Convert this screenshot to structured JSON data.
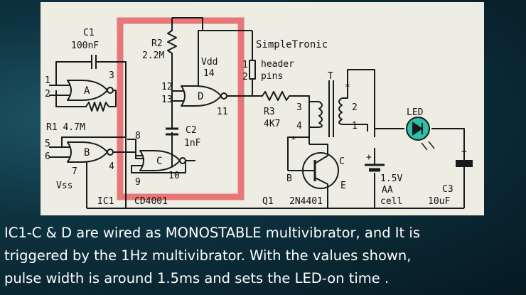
{
  "title": "SimpleTronic",
  "components": {
    "c1_name": "C1",
    "c1_value": "100nF",
    "r1_label": "R1 4.7M",
    "r2_name": "R2",
    "r2_value": "2.2M",
    "c2_name": "C2",
    "c2_value": "1nF",
    "r3_name": "R3",
    "r3_value": "4K7",
    "vdd": "Vdd",
    "vss": "Vss",
    "header": "header",
    "pins": "pins",
    "transformer": "T",
    "dot_mark": "*",
    "led": "LED",
    "cell_voltage": "1.5V",
    "cell_aa": "AA",
    "cell_word": "cell",
    "c3_name": "C3",
    "c3_value": "10uF",
    "plus": "+",
    "ic1": "IC1",
    "ic_part": "CD4001",
    "q1": "Q1",
    "q_part": "2N4401",
    "gate_a": "A",
    "gate_b": "B",
    "gate_c": "C",
    "gate_d": "D",
    "tr_b": "B",
    "tr_c": "C",
    "tr_e": "E"
  },
  "pins": {
    "p1": "1",
    "p2": "2",
    "p3": "3",
    "p4": "4",
    "p5": "5",
    "p6": "6",
    "p7": "7",
    "p8": "8",
    "p9": "9",
    "p10": "10",
    "p11": "11",
    "p12": "12",
    "p13": "13",
    "p14": "14",
    "hdr1": "1",
    "hdr2": "2",
    "t1": "1",
    "t2": "2",
    "t3": "3",
    "t4": "4"
  },
  "caption": [
    "IC1-C & D are wired as MONOSTABLE multivibrator, and It is",
    "triggered by the 1Hz multivibrator. With the values shown,",
    "pulse width is around 1.5ms and sets the LED-on time ."
  ],
  "colors": {
    "panel": "#eeede4",
    "wire": "#1a1a1a",
    "highlight": "#e8777a",
    "led": "#2ec0a8"
  }
}
